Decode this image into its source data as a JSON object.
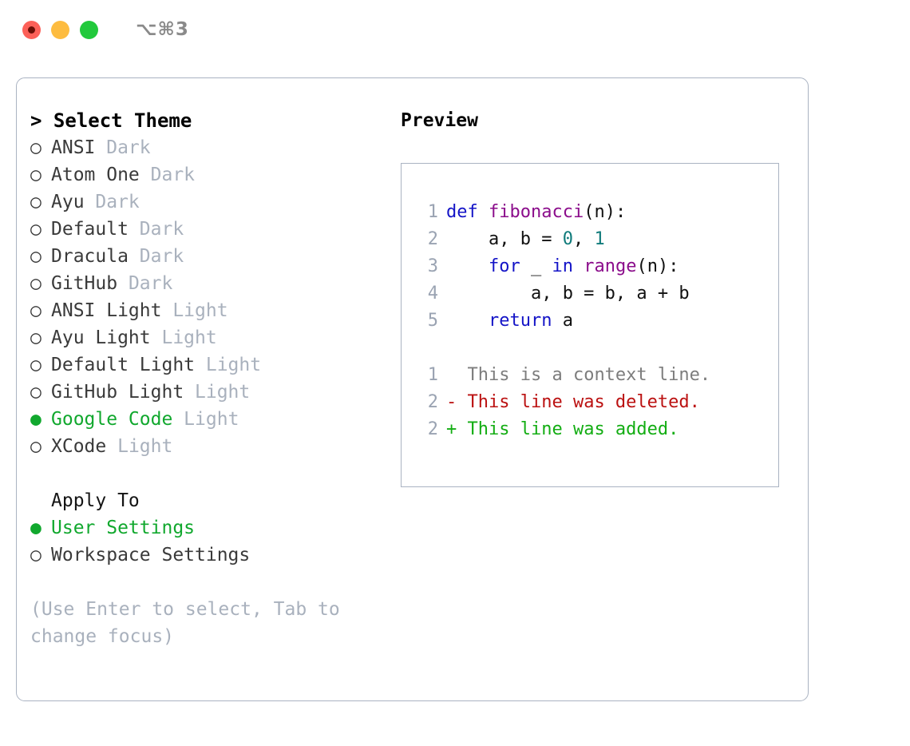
{
  "window": {
    "shortcut_label": "⌥⌘3",
    "traffic_lights": [
      "close-button",
      "minimize-button",
      "maximize-button"
    ]
  },
  "theme_list": {
    "header": "> Select Theme",
    "items": [
      {
        "bullet": "○",
        "name": "ANSI",
        "variant": "Dark",
        "selected": false
      },
      {
        "bullet": "○",
        "name": "Atom One",
        "variant": "Dark",
        "selected": false
      },
      {
        "bullet": "○",
        "name": "Ayu",
        "variant": "Dark",
        "selected": false
      },
      {
        "bullet": "○",
        "name": "Default",
        "variant": "Dark",
        "selected": false
      },
      {
        "bullet": "○",
        "name": "Dracula",
        "variant": "Dark",
        "selected": false
      },
      {
        "bullet": "○",
        "name": "GitHub",
        "variant": "Dark",
        "selected": false
      },
      {
        "bullet": "○",
        "name": "ANSI Light",
        "variant": "Light",
        "selected": false
      },
      {
        "bullet": "○",
        "name": "Ayu Light",
        "variant": "Light",
        "selected": false
      },
      {
        "bullet": "○",
        "name": "Default Light",
        "variant": "Light",
        "selected": false
      },
      {
        "bullet": "○",
        "name": "GitHub Light",
        "variant": "Light",
        "selected": false
      },
      {
        "bullet": "●",
        "name": "Google Code",
        "variant": "Light",
        "selected": true
      },
      {
        "bullet": "○",
        "name": "XCode",
        "variant": "Light",
        "selected": false
      }
    ]
  },
  "apply_to": {
    "header": "Apply To",
    "items": [
      {
        "bullet": "●",
        "name": "User Settings",
        "selected": true
      },
      {
        "bullet": "○",
        "name": "Workspace Settings",
        "selected": false
      }
    ]
  },
  "hint": "(Use Enter to select, Tab to change focus)",
  "preview": {
    "title": "Preview",
    "code_lines": [
      {
        "num": "1",
        "tokens": [
          {
            "t": "def ",
            "c": "kw"
          },
          {
            "t": "fibonacci",
            "c": "fn"
          },
          {
            "t": "(n):",
            "c": "plain"
          }
        ]
      },
      {
        "num": "2",
        "tokens": [
          {
            "t": "    a, b = ",
            "c": "plain"
          },
          {
            "t": "0",
            "c": "num"
          },
          {
            "t": ", ",
            "c": "plain"
          },
          {
            "t": "1",
            "c": "num"
          }
        ]
      },
      {
        "num": "3",
        "tokens": [
          {
            "t": "    ",
            "c": "plain"
          },
          {
            "t": "for",
            "c": "kw"
          },
          {
            "t": " _ ",
            "c": "plain"
          },
          {
            "t": "in",
            "c": "kw"
          },
          {
            "t": " ",
            "c": "plain"
          },
          {
            "t": "range",
            "c": "fn"
          },
          {
            "t": "(n):",
            "c": "plain"
          }
        ]
      },
      {
        "num": "4",
        "tokens": [
          {
            "t": "        a, b = b, a + b",
            "c": "plain"
          }
        ]
      },
      {
        "num": "5",
        "tokens": [
          {
            "t": "    ",
            "c": "plain"
          },
          {
            "t": "return",
            "c": "kw"
          },
          {
            "t": " a",
            "c": "plain"
          }
        ]
      }
    ],
    "diff_lines": [
      {
        "num": "1",
        "marker": "  ",
        "text": "This is a context line.",
        "kind": "diff-ctx"
      },
      {
        "num": "2",
        "marker": "- ",
        "text": "This line was deleted.",
        "kind": "diff-del"
      },
      {
        "num": "2",
        "marker": "+ ",
        "text": "This line was added.",
        "kind": "diff-add"
      }
    ]
  },
  "colors": {
    "accent_green": "#11a82e",
    "muted_gray": "#a9b1bd",
    "border": "#aab3c2",
    "keyword": "#1414c7",
    "function": "#8b0d8b",
    "number": "#107b7b",
    "diff_add": "#13ad13",
    "diff_del": "#bb1111",
    "traffic_red": "#fc6058",
    "traffic_yellow": "#fdbc40",
    "traffic_green": "#22c93c"
  }
}
